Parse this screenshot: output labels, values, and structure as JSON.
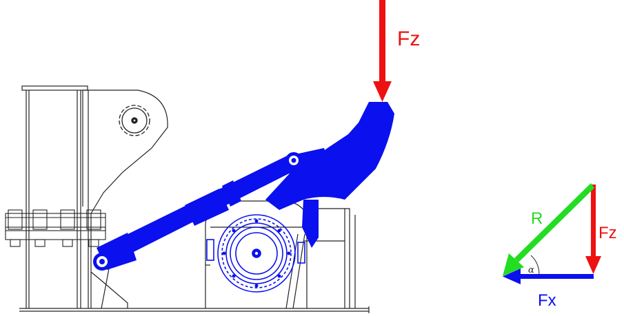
{
  "colors": {
    "line": "#222222",
    "blue": "#0a10ee",
    "red": "#ee1111",
    "green": "#22dd22"
  },
  "main": {
    "force_label": "Fz"
  },
  "triangle": {
    "vertical_label": "Fz",
    "horizontal_label": "Fx",
    "resultant_label": "R",
    "angle_label": "α"
  }
}
